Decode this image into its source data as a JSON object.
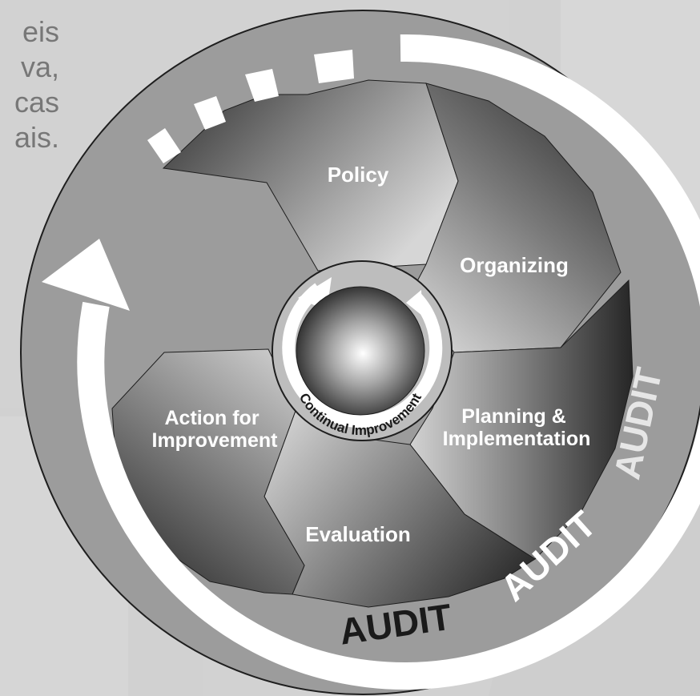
{
  "background_text": [
    "eis",
    "va,",
    "cas",
    "ais."
  ],
  "segments": [
    {
      "id": "policy",
      "label": "Policy"
    },
    {
      "id": "organizing",
      "label": "Organizing"
    },
    {
      "id": "planning",
      "label": "Planning &\nImplementation"
    },
    {
      "id": "evaluation",
      "label": "Evaluation"
    },
    {
      "id": "action",
      "label": "Action for\nImprovement"
    }
  ],
  "center_label": "Continual Improvement",
  "audit_labels": [
    {
      "text": "AUDIT",
      "shade": "#1a1a1a"
    },
    {
      "text": "AUDIT",
      "shade": "#ffffff"
    },
    {
      "text": "AUDIT",
      "shade": "#e6e6e6"
    }
  ],
  "colors": {
    "ring": "#9a9a9a",
    "segment_dark": "#2b2b2b",
    "segment_light": "#d8d8d8",
    "arrow": "#ffffff",
    "label": "#ffffff"
  }
}
